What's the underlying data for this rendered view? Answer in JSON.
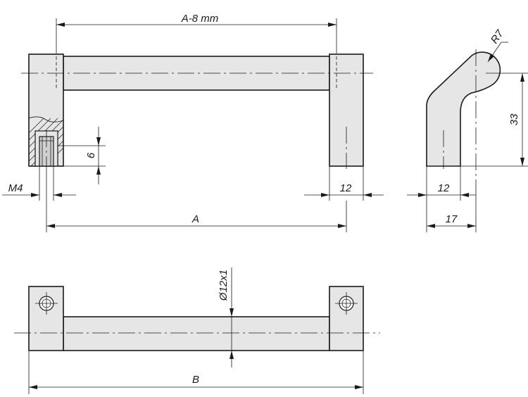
{
  "drawing": {
    "dimensions": {
      "a_minus_8": "A-8 mm",
      "radius": "R7",
      "height_33": "33",
      "depth_6": "6",
      "thread": "M4",
      "width_12_front": "12",
      "width_12_side": "12",
      "depth_17": "17",
      "length_a": "A",
      "tube": "Ø12x1",
      "length_b": "B"
    }
  }
}
